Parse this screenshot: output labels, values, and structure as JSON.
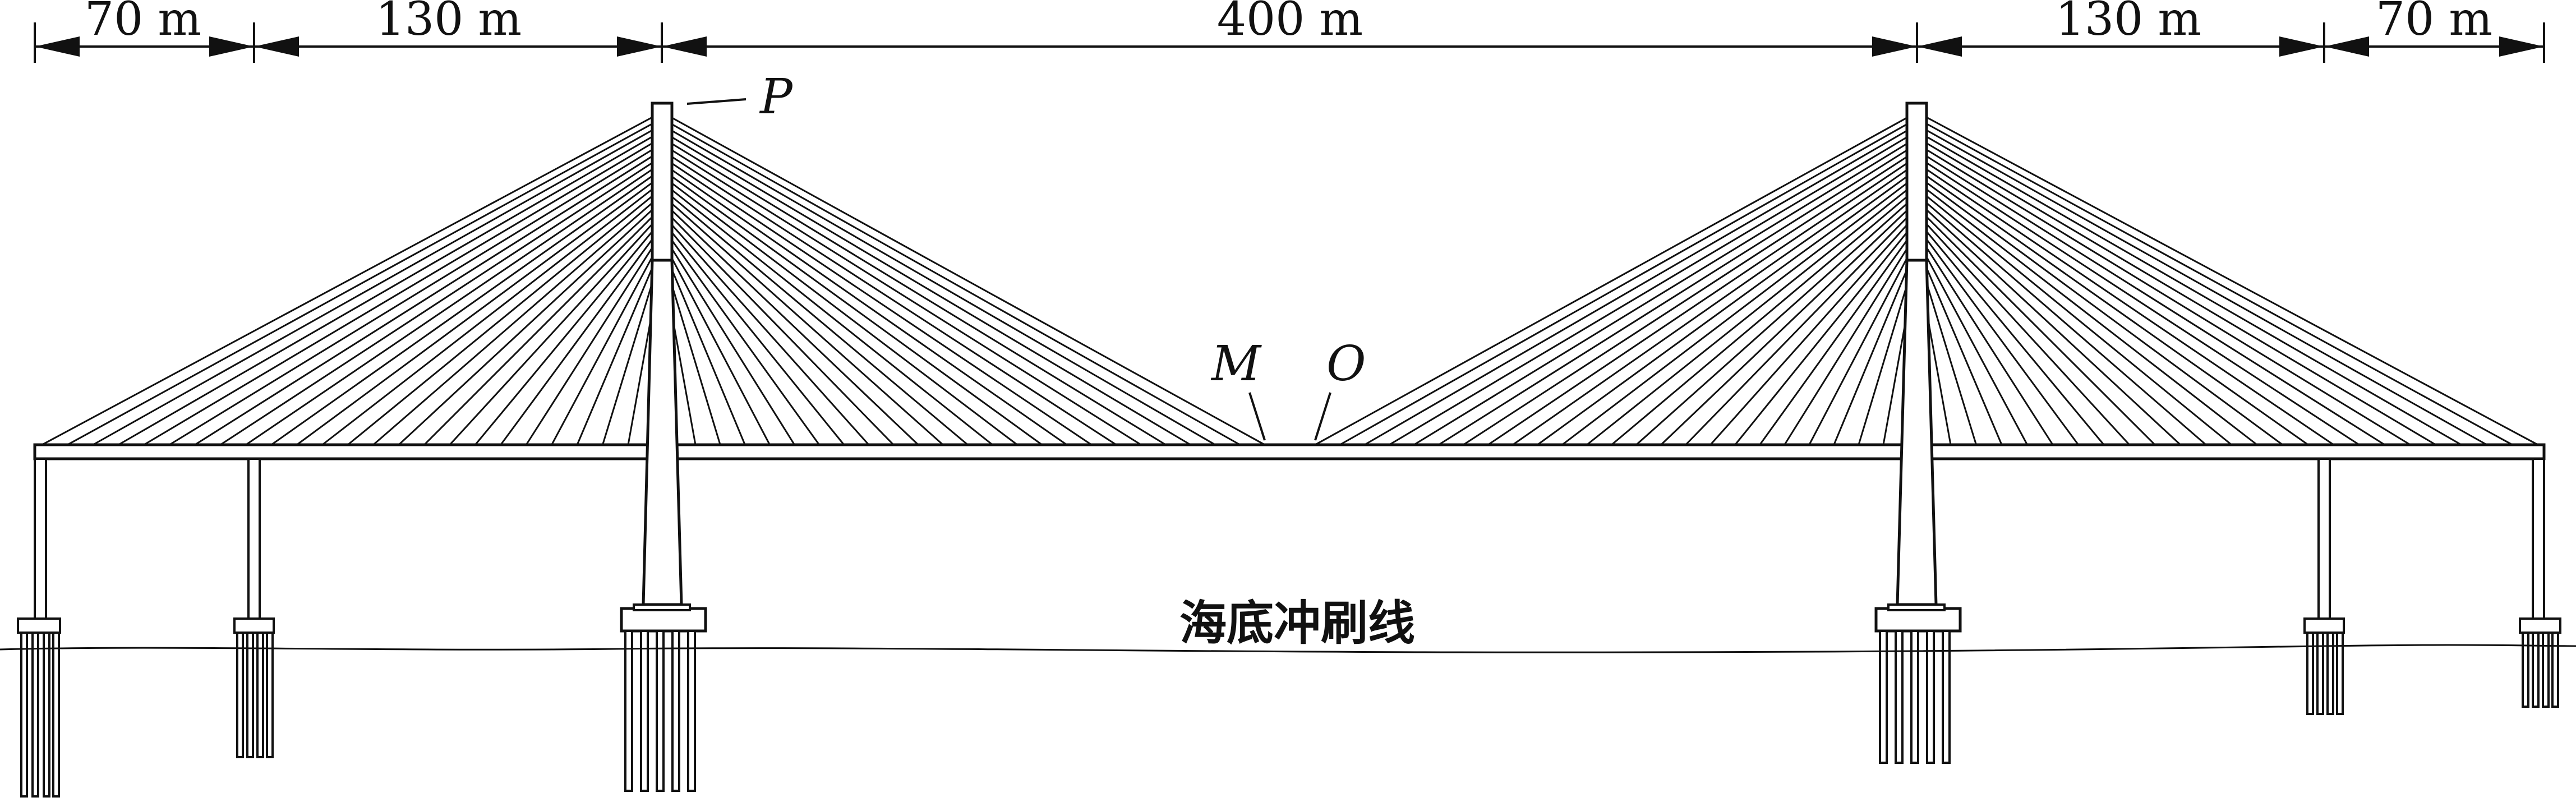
{
  "spans": [
    {
      "label": "70 m"
    },
    {
      "label": "130 m"
    },
    {
      "label": "400 m"
    },
    {
      "label": "130 m"
    },
    {
      "label": "70 m"
    }
  ],
  "points": {
    "P": "P",
    "M": "M",
    "O": "O"
  },
  "seabed_label": "海底冲刷线",
  "cables_per_side": 24
}
